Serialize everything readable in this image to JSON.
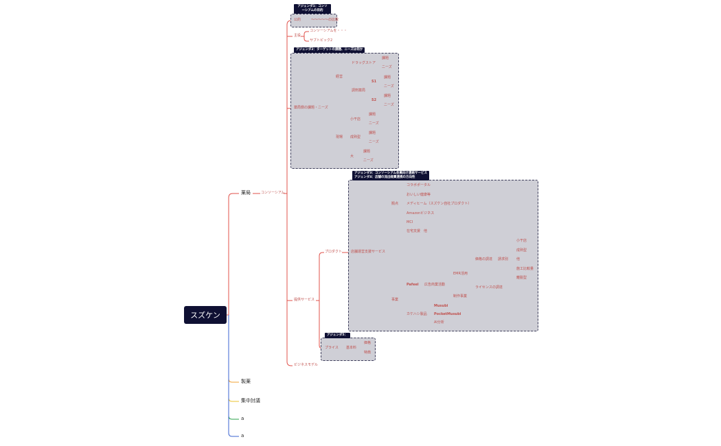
{
  "root": {
    "label": "スズケン"
  },
  "level1": [
    {
      "label": "薬局",
      "color": "#e0504a"
    },
    {
      "label": "製薬",
      "color": "#f0a030"
    },
    {
      "label": "集中討議",
      "color": "#e8c02c"
    },
    {
      "label": "a",
      "color": "#2aa14a"
    },
    {
      "label": "a",
      "color": "#3a63d0"
    }
  ],
  "consortium": {
    "label": "コンソーシアム"
  },
  "branches": {
    "koutei": "公的",
    "koutei_child": "〜〜〜〜〜の比較",
    "shuyaku": "主役",
    "shuyaku_c1": "コンソーシアムを・・・",
    "shuyaku_c2": "サブトピック2",
    "target": "薬局側の課題・ニーズ",
    "keiei": "経営",
    "drugstore": "ドラッグストア",
    "chosai": "調剤薬局",
    "kadai": "課題",
    "needs": "ニーズ",
    "s1": "S1",
    "s2": "S2",
    "genba": "現場",
    "small": "小干店",
    "mid": "成熟型",
    "large": "大",
    "kyuyo": "提供サービス",
    "product": "プロダクト",
    "jouhou": "店舗運営支援サービス",
    "kyoten": "拠点",
    "p1": "コラボポータル",
    "p2": "おいしい健康等",
    "p3": "メディヒーム（スズケン自社プロダクト）",
    "p4": "Amazonビジネス",
    "p5": "MCI",
    "p6": "在宅支援　他",
    "jigyo": "事業",
    "pafeel": "Pafeel",
    "koukoku": "広告商業活動",
    "emr": "EMR活用",
    "keiri": "価格の調達",
    "keiri_c": "請求別",
    "e1": "小干店",
    "e2": "成熟型",
    "e3": "他",
    "e4": "施工比較量",
    "e5": "離脱型",
    "license": "ライセンスの調達",
    "seisaku": "制作事業",
    "kaiyou": "カケハシ製品",
    "m1": "Musubi",
    "m2": "PocketMusubi",
    "m3": "AI分析",
    "price": "プライス",
    "kihon": "基本料",
    "pr1": "価格",
    "pr2": "特典",
    "biz": "ビジネスモデル"
  },
  "agenda": {
    "a1": "アジェンダ1：コンソ\nーシアムの目的",
    "a2": "アジェンダ2：ターゲットの課題、ニーズは何か",
    "a3": "アジェンダ3：コンソーシアム会員向け連絡サービス\nアジェンダ4：店舗の流出経費連携の方向性",
    "a5": "アジェンダ5："
  },
  "colors": {
    "branch": "#e0504a",
    "root_bg": "#0f1033",
    "box_bg": "#cfcfd6"
  }
}
